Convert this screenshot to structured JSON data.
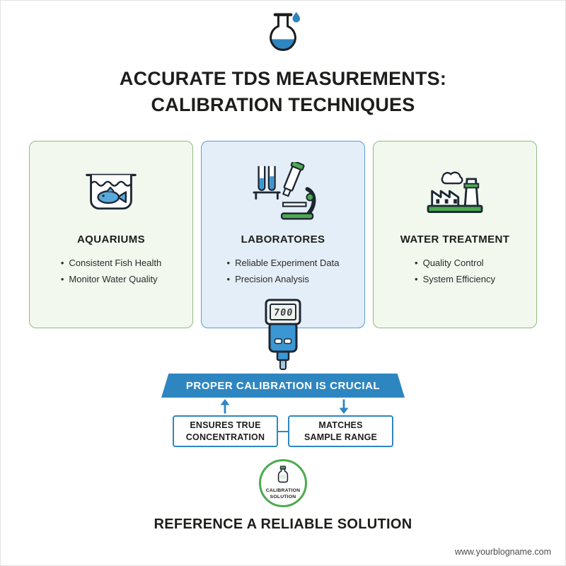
{
  "header": {
    "title_line1": "ACCURATE TDS MEASUREMENTS:",
    "title_line2": "CALIBRATION TECHNIQUES",
    "icon": "flask-droplet-icon"
  },
  "cards": [
    {
      "title": "AQUARIUMS",
      "icon": "aquarium-fish-icon",
      "theme": "green",
      "bullets": [
        "Consistent Fish Health",
        "Monitor Water Quality"
      ]
    },
    {
      "title": "LABORATORES",
      "icon": "microscope-test-tubes-icon",
      "theme": "blue",
      "bullets": [
        "Reliable Experiment Data",
        "Precision Analysis"
      ]
    },
    {
      "title": "WATER TREATMENT",
      "icon": "water-treatment-plant-icon",
      "theme": "green",
      "bullets": [
        "Quality Control",
        "System Efficiency"
      ]
    }
  ],
  "meter": {
    "icon": "tds-meter-icon",
    "display_value": "700"
  },
  "ribbon": {
    "label": "PROPER CALIBRATION IS CRUCIAL"
  },
  "callouts": [
    {
      "arrow": "up",
      "line1": "ENSURES TRUE",
      "line2": "CONCENTRATION"
    },
    {
      "arrow": "down",
      "line1": "MATCHES",
      "line2": "SAMPLE RANGE"
    }
  ],
  "solution_badge": {
    "icon": "calibration-bottle-icon",
    "line1": "CALIBRATION",
    "line2": "SOLUTION"
  },
  "footer": {
    "heading": "REFERENCE A RELIABLE SOLUTION",
    "watermark": "www.yourblogname.com"
  },
  "colors": {
    "green_border": "#8cbc80",
    "green_bg": "#f2f8ee",
    "blue_border": "#5b9bd5",
    "blue_bg": "#e4eef8",
    "ribbon_blue": "#2e86c1",
    "accent_green": "#4caa4f",
    "meter_blue": "#3b97d3",
    "text_dark": "#1d1d1b"
  }
}
